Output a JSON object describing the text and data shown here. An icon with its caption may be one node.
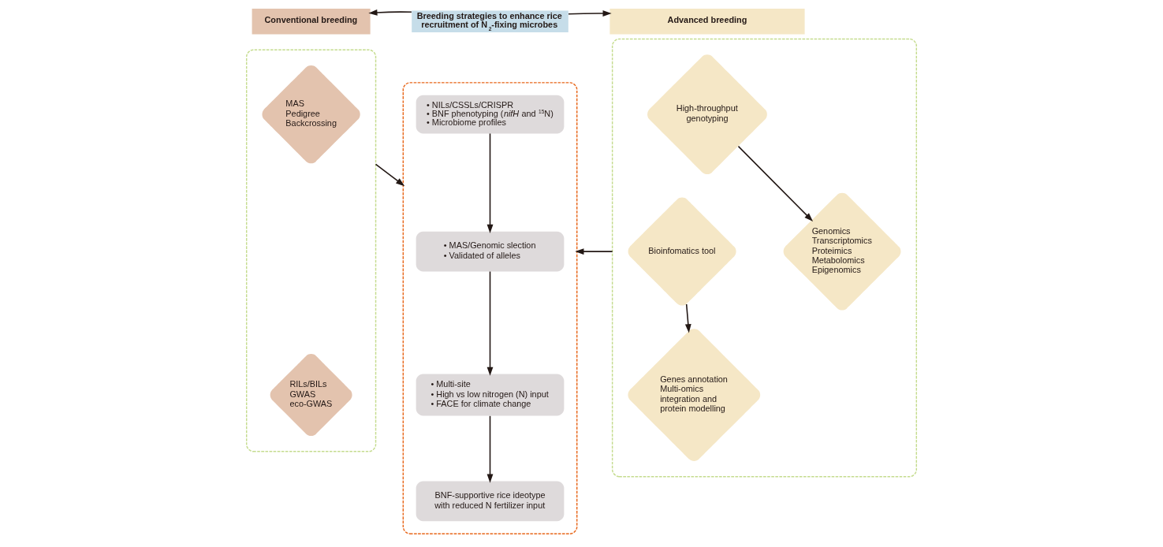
{
  "diagram": {
    "nodes": [
      {
        "text": [
          "Breeding strategies to enhance rice recruitment of N$_{2}$-fixing microbes"
        ]
      },
      {
        "text": [
          "Conventional breeding"
        ]
      },
      {
        "text": [
          "Advanced breeding"
        ]
      },
      {
        "text": [],
        "shape": "box"
      },
      {
        "text": [
          "MAS",
          "Pedigree",
          "Backcrossing"
        ],
        "in": 3
      },
      {
        "text": [
          "RILs/BILs",
          "GWAS",
          "eco-GWAS"
        ],
        "in": 3
      },
      {
        "text": [],
        "shape": "box"
      },
      {
        "text": [
          "• NILs/CSSLs/CRISPR",
          "• BNF phenotyping (*nifH* and $^{15}$N)",
          "• Microbiome profiles"
        ],
        "in": 6
      },
      {
        "text": [
          "• MAS/Genomic slection",
          "• Validated of alleles"
        ],
        "in": 6
      },
      {
        "text": [
          "• Multi-site",
          "• High vs low nitrogen (N) input",
          "• FACE for climate change"
        ],
        "in": 6
      },
      {
        "text": [
          "BNF-supportive rice ideotype with reduced N fertilizer input"
        ],
        "in": 6
      },
      {
        "text": [],
        "shape": "box"
      },
      {
        "text": [
          "High-throughput genotyping"
        ],
        "in": 11
      },
      {
        "text": [
          "Genomics",
          "Transcriptomics",
          "Proteimics",
          "Metabolomics",
          "Epigenomics"
        ],
        "in": 11
      },
      {
        "text": [
          "Bioinfomatics tool"
        ],
        "in": 11
      },
      {
        "text": [
          "Genes annotation",
          "Multi-omics integration and protein modelling"
        ],
        "in": 11
      }
    ],
    "edges": [
      {
        "from": 0,
        "to": 1,
        "arrow": "to"
      },
      {
        "from": 0,
        "to": 2,
        "arrow": "to"
      },
      {
        "from": 3,
        "to": 6,
        "arrow": "to"
      },
      {
        "from": 11,
        "to": 6,
        "arrow": "to"
      },
      {
        "from": 7,
        "to": 8,
        "arrow": "to"
      },
      {
        "from": 8,
        "to": 9,
        "arrow": "to"
      },
      {
        "from": 9,
        "to": 10,
        "arrow": "to"
      },
      {
        "from": 12,
        "to": 13,
        "arrow": "to"
      },
      {
        "from": 14,
        "to": 15,
        "arrow": "to"
      }
    ]
  }
}
